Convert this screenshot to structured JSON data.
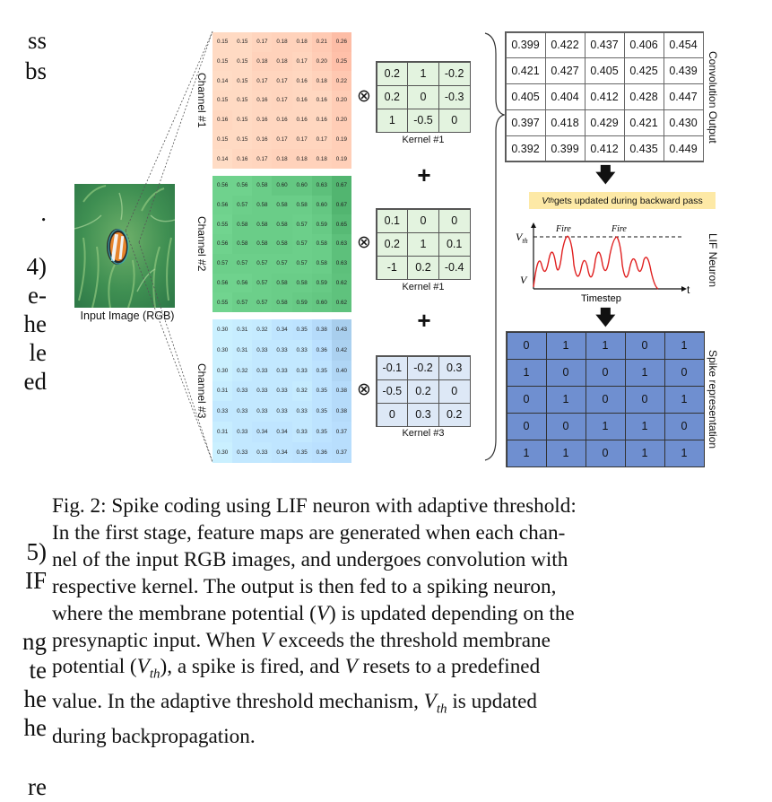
{
  "left_text_fragments": [
    "ss",
    "bs",
    ".",
    "4)",
    "e-",
    "he",
    "le",
    "ed",
    "5)",
    "IF",
    "ng",
    "te",
    "he",
    "he",
    "re"
  ],
  "input_image": {
    "label": "Input Image (RGB)"
  },
  "channels": [
    {
      "label": "Channel #1",
      "color": "#f7b7a0",
      "values": [
        [
          "0.15",
          "0.15",
          "0.17",
          "0.18",
          "0.18",
          "0.21",
          "0.26"
        ],
        [
          "0.15",
          "0.15",
          "0.18",
          "0.18",
          "0.17",
          "0.20",
          "0.25"
        ],
        [
          "0.14",
          "0.15",
          "0.17",
          "0.17",
          "0.16",
          "0.18",
          "0.22"
        ],
        [
          "0.15",
          "0.15",
          "0.16",
          "0.17",
          "0.16",
          "0.16",
          "0.20"
        ],
        [
          "0.16",
          "0.15",
          "0.16",
          "0.16",
          "0.16",
          "0.16",
          "0.20"
        ],
        [
          "0.15",
          "0.15",
          "0.16",
          "0.17",
          "0.17",
          "0.17",
          "0.19"
        ],
        [
          "0.14",
          "0.16",
          "0.17",
          "0.18",
          "0.18",
          "0.18",
          "0.19"
        ]
      ]
    },
    {
      "label": "Channel #2",
      "color": "#4caf6a",
      "values": [
        [
          "0.56",
          "0.56",
          "0.58",
          "0.60",
          "0.60",
          "0.63",
          "0.67"
        ],
        [
          "0.56",
          "0.57",
          "0.58",
          "0.58",
          "0.58",
          "0.60",
          "0.67"
        ],
        [
          "0.55",
          "0.58",
          "0.58",
          "0.58",
          "0.57",
          "0.59",
          "0.65"
        ],
        [
          "0.56",
          "0.58",
          "0.58",
          "0.58",
          "0.57",
          "0.58",
          "0.63"
        ],
        [
          "0.57",
          "0.57",
          "0.57",
          "0.57",
          "0.57",
          "0.58",
          "0.63"
        ],
        [
          "0.56",
          "0.56",
          "0.57",
          "0.58",
          "0.58",
          "0.59",
          "0.62"
        ],
        [
          "0.55",
          "0.57",
          "0.57",
          "0.58",
          "0.59",
          "0.60",
          "0.62"
        ]
      ]
    },
    {
      "label": "Channel #3",
      "color": "#a7cdec",
      "values": [
        [
          "0.30",
          "0.31",
          "0.32",
          "0.34",
          "0.35",
          "0.38",
          "0.43"
        ],
        [
          "0.30",
          "0.31",
          "0.33",
          "0.33",
          "0.33",
          "0.36",
          "0.42"
        ],
        [
          "0.30",
          "0.32",
          "0.33",
          "0.33",
          "0.33",
          "0.35",
          "0.40"
        ],
        [
          "0.31",
          "0.33",
          "0.33",
          "0.33",
          "0.32",
          "0.35",
          "0.38"
        ],
        [
          "0.33",
          "0.33",
          "0.33",
          "0.33",
          "0.33",
          "0.35",
          "0.38"
        ],
        [
          "0.31",
          "0.33",
          "0.34",
          "0.34",
          "0.33",
          "0.35",
          "0.37"
        ],
        [
          "0.30",
          "0.33",
          "0.33",
          "0.34",
          "0.35",
          "0.36",
          "0.37"
        ]
      ]
    }
  ],
  "kernels": [
    {
      "label": "Kernel #1",
      "color": "#e3f3df",
      "values": [
        [
          "0.2",
          "1",
          "-0.2"
        ],
        [
          "0.2",
          "0",
          "-0.3"
        ],
        [
          "1",
          "-0.5",
          "0"
        ]
      ]
    },
    {
      "label": "Kernel #1",
      "color": "#e3f3df",
      "values": [
        [
          "0.1",
          "0",
          "0"
        ],
        [
          "0.2",
          "1",
          "0.1"
        ],
        [
          "-1",
          "0.2",
          "-0.4"
        ]
      ]
    },
    {
      "label": "Kernel #3",
      "color": "#dde8f6",
      "values": [
        [
          "-0.1",
          "-0.2",
          "0.3"
        ],
        [
          "-0.5",
          "0.2",
          "0"
        ],
        [
          "0",
          "0.3",
          "0.2"
        ]
      ]
    }
  ],
  "operators": {
    "otimes": "⊗",
    "plus": "+"
  },
  "convolution_output": {
    "label": "Convolution Output",
    "values": [
      [
        "0.399",
        "0.422",
        "0.437",
        "0.406",
        "0.454"
      ],
      [
        "0.421",
        "0.427",
        "0.405",
        "0.425",
        "0.439"
      ],
      [
        "0.405",
        "0.404",
        "0.412",
        "0.428",
        "0.447"
      ],
      [
        "0.397",
        "0.418",
        "0.429",
        "0.421",
        "0.430"
      ],
      [
        "0.392",
        "0.399",
        "0.412",
        "0.435",
        "0.449"
      ]
    ]
  },
  "banner": {
    "var": "V",
    "sub": "th",
    "text": " gets updated during backward pass",
    "color": "#fde9a6"
  },
  "lif": {
    "label": "LIF Neuron",
    "vth": "V",
    "vth_sub": "th",
    "v": "V",
    "t": "t",
    "xlabel": "Timestep",
    "fire1": "Fire",
    "fire2": "Fire",
    "curve_color": "#e02020"
  },
  "spike": {
    "label": "Spike representation",
    "color": "#6f8fd0",
    "values": [
      [
        "0",
        "1",
        "1",
        "0",
        "1"
      ],
      [
        "1",
        "0",
        "0",
        "1",
        "0"
      ],
      [
        "0",
        "1",
        "0",
        "0",
        "1"
      ],
      [
        "0",
        "0",
        "1",
        "1",
        "0"
      ],
      [
        "1",
        "1",
        "0",
        "1",
        "1"
      ]
    ]
  },
  "caption": {
    "line1": "Fig. 2: Spike coding using LIF neuron with adaptive threshold:",
    "line2": "In the first stage, feature maps are generated when each chan-",
    "line3": "nel of the input RGB images, and undergoes convolution with",
    "line4": "respective kernel. The output is then fed to a spiking neuron,",
    "line5a": "where the membrane potential (",
    "line5v": "V",
    "line5b": ") is updated depending on the",
    "line6a": "presynaptic input. When ",
    "line6v": "V",
    "line6b": " exceeds the threshold membrane",
    "line7a": "potential (",
    "line7v": "V",
    "line7sub": "th",
    "line7b": "), a spike is fired, and ",
    "line7v2": "V",
    "line7c": " resets to a predefined",
    "line8a": "value. In the adaptive threshold mechanism, ",
    "line8v": "V",
    "line8sub": "th",
    "line8b": " is updated",
    "line9": "during backpropagation."
  }
}
